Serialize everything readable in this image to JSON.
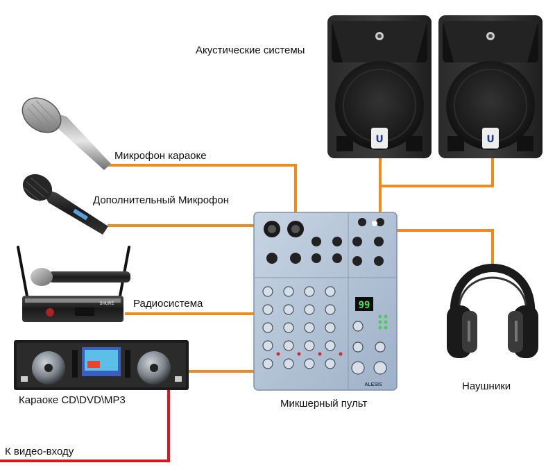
{
  "labels": {
    "speakers": "Акустические системы",
    "mic_karaoke": "Микрофон караоке",
    "mic_extra": "Дополнительный Микрофон",
    "radio": "Радиосистема",
    "player": "Караоке CD\\DVD\\MP3",
    "mixer": "Микшерный пульт",
    "headphones": "Наушники",
    "video": "К видео-входу"
  },
  "branding": {
    "mixer": "ALESIS",
    "radio": "SHURE"
  },
  "display": {
    "mixer_level": "99"
  },
  "colors": {
    "audio_cable": "#f08a1c",
    "video_cable": "#e0141c",
    "mixer_body": "#b3c3d7",
    "device_dark": "#1c1c1c"
  }
}
